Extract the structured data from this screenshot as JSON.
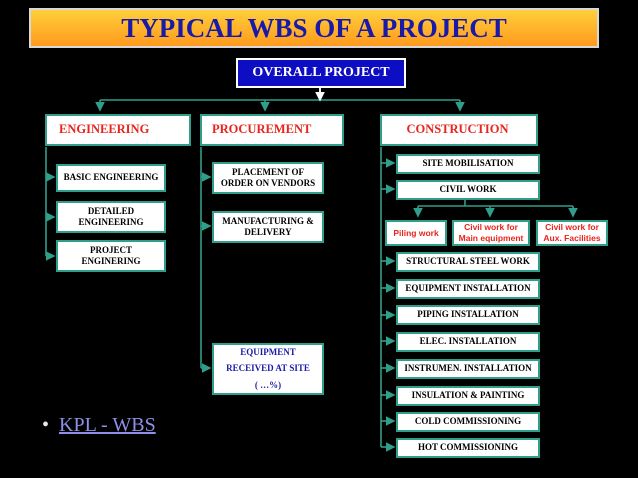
{
  "title": "TYPICAL WBS OF A PROJECT",
  "root": "OVERALL PROJECT",
  "engineering": {
    "label": "ENGINEERING",
    "items": [
      "BASIC ENGINEERING",
      "DETAILED ENGINEERING",
      "PROJECT ENGINERING"
    ]
  },
  "procurement": {
    "label": "PROCUREMENT",
    "items": [
      "PLACEMENT OF ORDER ON VENDORS",
      "MANUFACTURING & DELIVERY"
    ],
    "equipment": {
      "line1": "EQUIPMENT",
      "line2": "RECEIVED AT SITE",
      "line3": "( …%)"
    }
  },
  "construction": {
    "label": "CONSTRUCTION",
    "items": [
      "SITE MOBILISATION",
      "CIVIL WORK",
      "STRUCTURAL STEEL WORK",
      "EQUIPMENT INSTALLATION",
      "PIPING INSTALLATION",
      "ELEC.  INSTALLATION",
      "INSTRUMEN. INSTALLATION",
      "INSULATION & PAINTING",
      "COLD COMMISSIONING",
      "HOT COMMISSIONING"
    ],
    "civil_sub": [
      "Piling work",
      "Civil work for Main equipment",
      "Civil work  for Aux. Facilities"
    ]
  },
  "footnote": {
    "bullet": "•",
    "link": "KPL - WBS"
  },
  "colors": {
    "accent_red": "#e8241c",
    "navy": "#1a1aa8",
    "connector": "#2f9e8a"
  }
}
